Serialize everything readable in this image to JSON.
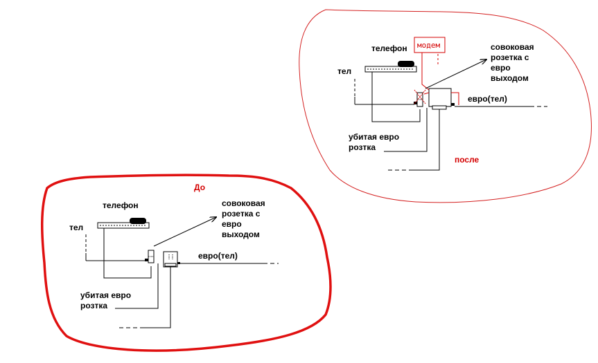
{
  "colors": {
    "line": "#000000",
    "accent_red": "#d40000",
    "thin_red": "#c81e1e"
  },
  "before": {
    "title": "До",
    "phone_label": "телефон",
    "tel_label": "тел",
    "socket_label_lines": [
      "совоковая",
      "розетка с",
      "евро",
      "выходом"
    ],
    "euro_tel_label": "евро(тел)",
    "broken_label_lines": [
      "убитая евро",
      "розтка"
    ]
  },
  "after": {
    "title": "после",
    "modem_label": "модем",
    "phone_label": "телефон",
    "tel_label": "тел",
    "socket_label_lines": [
      "совоковая",
      "розетка с",
      "евро",
      "выходом"
    ],
    "euro_tel_label": "евро(тел)",
    "broken_label_lines": [
      "убитая евро",
      "розтка"
    ]
  }
}
